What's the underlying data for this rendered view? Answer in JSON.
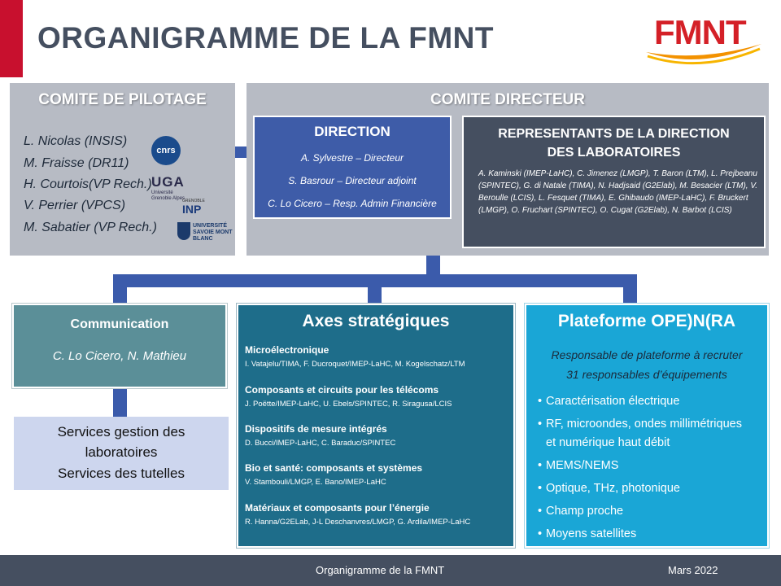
{
  "header": {
    "title": "ORGANIGRAMME DE LA FMNT",
    "logo_text": "FMNT"
  },
  "pilotage": {
    "title": "COMITE DE PILOTAGE",
    "members": [
      "L. Nicolas (INSIS)",
      "M. Fraisse (DR11)",
      "H. Courtois(VP Rech.)",
      "V. Perrier (VPCS)",
      "M. Sabatier (VP Rech.)"
    ],
    "logos": {
      "cnrs": "cnrs",
      "uga": "UGA",
      "uga_sub": "Université Grenoble Alpes",
      "inp_top": "GRENOBLE",
      "inp": "INP",
      "usmb": "UNIVERSITÉ SAVOIE MONT BLANC"
    }
  },
  "directeur": {
    "title": "COMITE DIRECTEUR",
    "direction": {
      "title": "DIRECTION",
      "lines": [
        "A. Sylvestre – Directeur",
        "S. Basrour – Directeur adjoint",
        "C. Lo Cicero – Resp. Admin Financière"
      ]
    },
    "representants": {
      "title_line1": "REPRESENTANTS  DE LA DIRECTION",
      "title_line2": "DES  LABORATOIRES",
      "text": "A. Kaminski  (IMEP-LaHC), C. Jimenez (LMGP), T. Baron (LTM), L. Prejbeanu (SPINTEC), G. di Natale (TIMA), N. Hadjsaid (G2Elab), M. Besacier (LTM), V. Beroulle (LCIS), L. Fesquet (TIMA), E. Ghibaudo (IMEP-LaHC), F. Bruckert (LMGP), O. Fruchart (SPINTEC), O. Cugat (G2Elab), N. Barbot (LCIS)"
    }
  },
  "communication": {
    "title": "Communication",
    "members": "C. Lo Cicero, N. Mathieu"
  },
  "services": {
    "lines": [
      "Services gestion des",
      "laboratoires",
      "Services des tutelles"
    ]
  },
  "axes": {
    "title": "Axes stratégiques",
    "items": [
      {
        "title": "Microélectronique",
        "members": "I. Vatajelu/TIMA,  F. Ducroquet/IMEP-LaHC,  M. Kogelschatz/LTM"
      },
      {
        "title": "Composants et circuits pour les télécoms",
        "members": "J. Poëtte/IMEP-LaHC,  U. Ebels/SPINTEC,  R. Siragusa/LCIS"
      },
      {
        "title": "Dispositifs de mesure intégrés",
        "members": "D. Bucci/IMEP-LaHC, C. Baraduc/SPINTEC"
      },
      {
        "title": "Bio et santé: composants et systèmes",
        "members": "V. Stambouli/LMGP,  E. Bano/IMEP-LaHC"
      },
      {
        "title": "Matériaux et composants pour l’énergie",
        "members": "R. Hanna/G2ELab,  J-L Deschanvres/LMGP, G. Ardila/IMEP-LaHC"
      }
    ]
  },
  "plateforme": {
    "title": "Plateforme OPE)N(RA",
    "subtitle1": "Responsable de plateforme à recruter",
    "subtitle2": "31 responsables d’équipements",
    "bullet_char": "•",
    "items": [
      "Caractérisation électrique",
      "RF, microondes, ondes millimétriques",
      "et numérique haut débit",
      "MEMS/NEMS",
      "Optique, THz, photonique",
      "Champ proche",
      "Moyens satellites"
    ]
  },
  "footer": {
    "title": "Organigramme de la FMNT",
    "date": "Mars 2022"
  },
  "colors": {
    "accent_red": "#c8102e",
    "title_gray": "#454f60",
    "direction_blue": "#3e5ca8",
    "axes_teal": "#1e6d8a",
    "plateforme_cyan": "#1aa6d6"
  }
}
